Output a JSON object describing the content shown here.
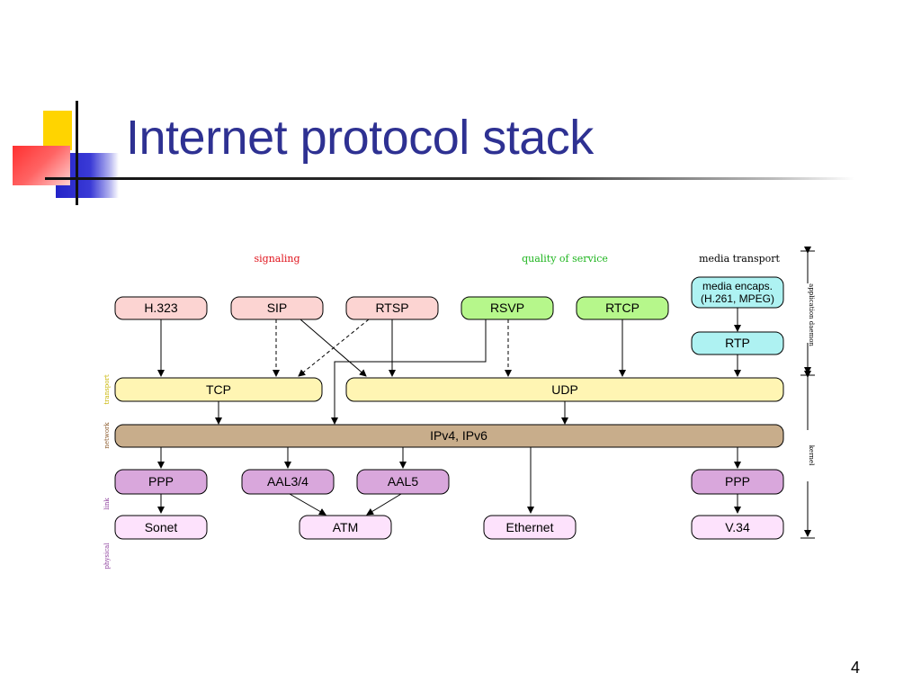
{
  "slide": {
    "title": "Internet protocol stack",
    "page_number": "4"
  },
  "colors": {
    "title": "#2e3192",
    "accent_yellow": "#ffd700",
    "accent_red": "#ff4b4b",
    "accent_blue": "#3333cc",
    "signaling_app": "#fcd4d2",
    "qos_app": "#b6f78b",
    "media": "#aef2f2",
    "transport": "#fff5b3",
    "network": "#c8ad8b",
    "link": "#d9a7dc",
    "physical": "#fde2fc"
  },
  "diagram": {
    "categories": {
      "signaling": "signaling",
      "qos": "quality of service",
      "media": "media transport"
    },
    "side_labels": {
      "transport": "transport",
      "network": "network",
      "link": "link",
      "physical": "physical"
    },
    "right_labels": {
      "application": "application daemon",
      "kernel": "kernel"
    },
    "boxes": {
      "h323": "H.323",
      "sip": "SIP",
      "rtsp": "RTSP",
      "rsvp": "RSVP",
      "rtcp": "RTCP",
      "media_encaps_1": "media encaps.",
      "media_encaps_2": "(H.261, MPEG)",
      "rtp": "RTP",
      "tcp": "TCP",
      "udp": "UDP",
      "ip": "IPv4, IPv6",
      "ppp_left": "PPP",
      "aal34": "AAL3/4",
      "aal5": "AAL5",
      "ppp_right": "PPP",
      "sonet": "Sonet",
      "atm": "ATM",
      "ethernet": "Ethernet",
      "v34": "V.34"
    }
  }
}
